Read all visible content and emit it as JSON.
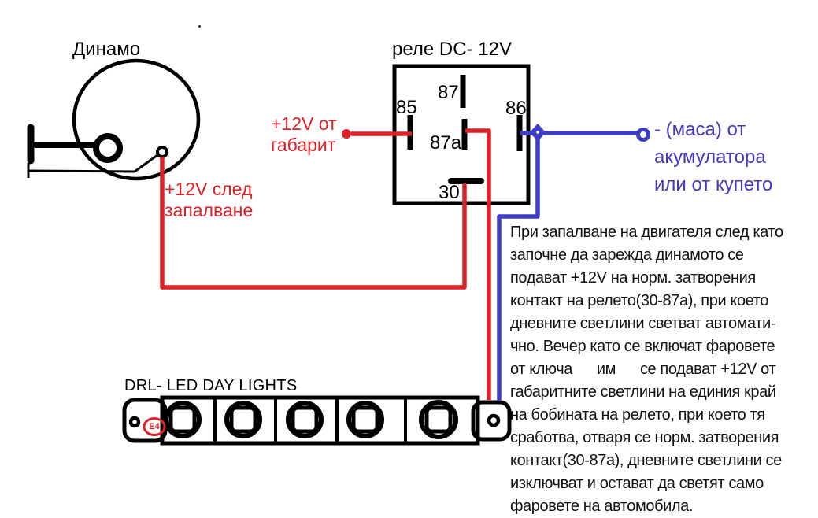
{
  "dynamo": {
    "label": "Динамо"
  },
  "relay": {
    "title": "реле DC- 12V",
    "pins": {
      "p85": "85",
      "p87": "87",
      "p86": "86",
      "p87a": "87a",
      "p30": "30"
    }
  },
  "wire_labels": {
    "ignition": {
      "line1": "+12V след",
      "line2": "запалване"
    },
    "parking": {
      "line1": "+12V от",
      "line2": "габарит"
    },
    "ground": {
      "line1": "- (маса) от",
      "line2": "акумулатора",
      "line3": "или от купето"
    }
  },
  "led_bar": {
    "label": "DRL- LED DAY LIGHTS",
    "badge": "E4"
  },
  "note": {
    "lines": [
      "При запалване на двигателя след като",
      "започне да зарежда динамото се",
      "подават +12V на норм. затворения",
      "контакт на релето(30-87a), при което",
      "дневните светлини светват автомати-",
      "чно. Вечер като се включат фаровете",
      "от ключа      им      се подават +12V от",
      "габаритните светлини на единия край",
      "на бобината на релето, при което тя",
      "сработва, отваря се норм. затворения",
      "контакт(30-87a), дневните светлини се",
      "изключват и остават да светят само",
      "фаровете на автомобила."
    ]
  },
  "colors": {
    "wire_red": "#de2027",
    "wire_blue": "#3d3dc6",
    "text_red": "#de2027",
    "text_blue": "#4439bb",
    "line_black": "#000000",
    "background": "#ffffff"
  }
}
